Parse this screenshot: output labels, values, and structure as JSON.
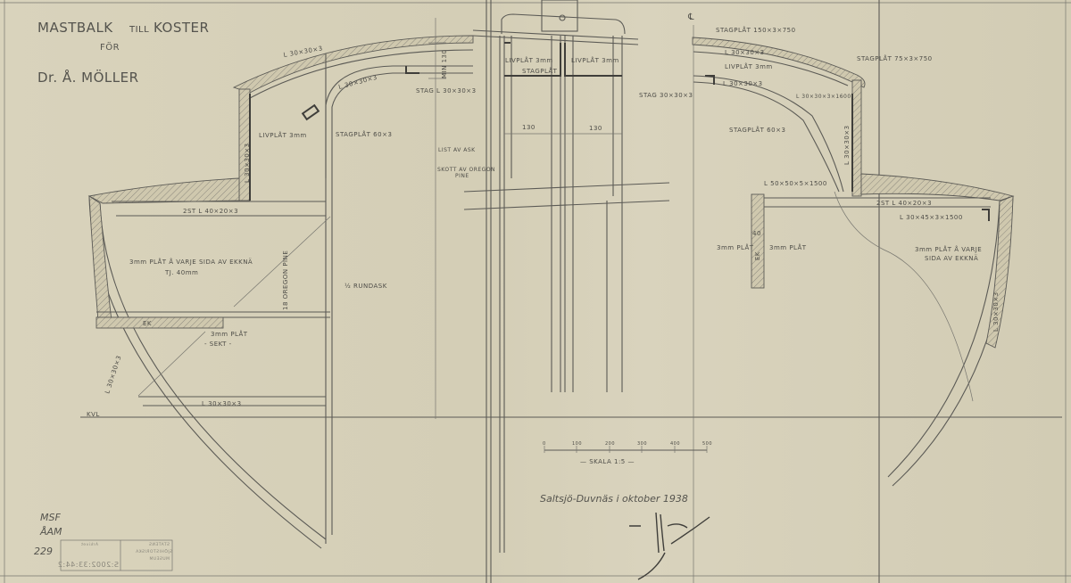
{
  "title": {
    "line1": "MASTBALK",
    "till": "TILL",
    "koster": "KOSTER",
    "for": "FÖR",
    "owner": "Dr. Å. MÖLLER"
  },
  "left_section": {
    "roof_angle": "L 30×30×3",
    "inner_angle": "L 30×30×3",
    "min_height": "MIN 130",
    "stag": "STAG L 30×30×3",
    "livplat": "LIVPLÅT 3mm",
    "stagplat": "STAGPLÅT 60×3",
    "wall_angle": "L 30×30×3",
    "beam": "2ST L 40×20×3",
    "knee_note_1": "3mm PLÅT Å VARJE SIDA AV EKKNÄ",
    "knee_note_2": "TJ. 40mm",
    "oregon": "18 OREGON PINE",
    "rundask": "½ RUNDASK",
    "ek": "EK",
    "plat": "3mm PLÅT",
    "sekt": "- SEKT -",
    "hull_angle": "L 30×30×3",
    "bottom_angle": "L 30×30×3",
    "kvl": "KVL"
  },
  "middle_section": {
    "livplat_left": "LIVPLÅT 3mm",
    "stagplat": "STAGPLÅT",
    "livplat_right": "LIVPLÅT 3mm",
    "dim_left": "130",
    "dim_right": "130",
    "list": "LIST AV ASK",
    "skott_1": "SKOTT AV OREGON",
    "skott_2": "PINE"
  },
  "right_section": {
    "centerline": "℄",
    "stagplat_top": "STAGPLÅT 150×3×750",
    "roof_angle": "L 30×30×3",
    "livplat": "LIVPLÅT 3mm",
    "stagplat_corner": "STAGPLÅT 75×3×750",
    "inner_angle": "L 30×30×3",
    "stag": "STAG 30×30×3",
    "angle_1600": "L 30×30×3×1600",
    "stagplat_60": "STAGPLÅT 60×3",
    "wall_angle": "L 30×30×3",
    "angle_1500": "L 50×50×5×1500",
    "beam": "2ST L 40×20×3",
    "angle_30x45": "L 30×45×3×1500",
    "dim_40": "40",
    "plat_left": "3mm PLÅT",
    "plat_right": "3mm PLÅT",
    "ek": "EK",
    "knee_note_1": "3mm PLÅT Å VARJE",
    "knee_note_2": "SIDA AV EKKNÄ",
    "hull_angle": "L 30×30×3"
  },
  "scale": {
    "ticks": [
      "0",
      "100",
      "200",
      "300",
      "400",
      "500"
    ],
    "label": "— SKALA 1:5 —"
  },
  "place_date": "Saltsjö-Duvnäs i oktober 1938",
  "archive": {
    "line1": "MSF",
    "line2": "ÅAM",
    "number": "229",
    "stamp_museum": [
      "STATENS",
      "SJÖHISTORISKA",
      "MUSEUM"
    ],
    "stamp_archive": "Arkivet",
    "stamp_id": "S:2002:33:44:2"
  },
  "colors": {
    "paper": "#d6d0b8",
    "pencil": "#5b5a55"
  }
}
